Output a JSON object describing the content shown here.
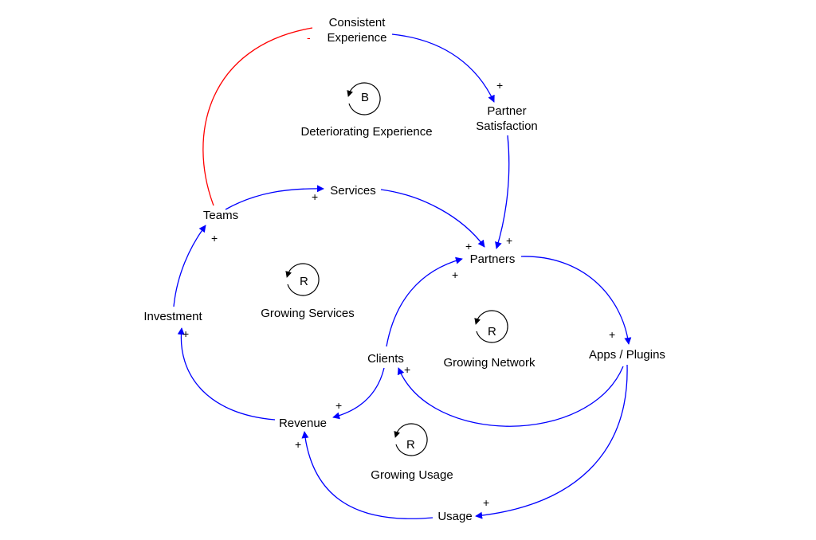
{
  "colors": {
    "positive_link": "#0000ff",
    "negative_link": "#ff0000",
    "text": "#000000"
  },
  "nodes": {
    "consistent_experience": {
      "line1": "Consistent",
      "line2": "Experience"
    },
    "partner_satisfaction": {
      "line1": "Partner",
      "line2": "Satisfaction"
    },
    "services": "Services",
    "teams": "Teams",
    "partners": "Partners",
    "investment": "Investment",
    "clients": "Clients",
    "apps_plugins": "Apps / Plugins",
    "revenue": "Revenue",
    "usage": "Usage"
  },
  "loops": {
    "deteriorating": {
      "letter": "B",
      "name": "Deteriorating Experience"
    },
    "services": {
      "letter": "R",
      "name": "Growing Services"
    },
    "network": {
      "letter": "R",
      "name": "Growing Network"
    },
    "usage": {
      "letter": "R",
      "name": "Growing Usage"
    }
  },
  "links": [
    {
      "from": "Teams",
      "to": "Consistent Experience",
      "polarity": "-"
    },
    {
      "from": "Consistent Experience",
      "to": "Partner Satisfaction",
      "polarity": "+"
    },
    {
      "from": "Partner Satisfaction",
      "to": "Partners",
      "polarity": "+"
    },
    {
      "from": "Teams",
      "to": "Services",
      "polarity": "+"
    },
    {
      "from": "Services",
      "to": "Partners",
      "polarity": "+"
    },
    {
      "from": "Investment",
      "to": "Teams",
      "polarity": "+"
    },
    {
      "from": "Revenue",
      "to": "Investment",
      "polarity": "+"
    },
    {
      "from": "Clients",
      "to": "Revenue",
      "polarity": "+"
    },
    {
      "from": "Clients",
      "to": "Partners",
      "polarity": "+"
    },
    {
      "from": "Partners",
      "to": "Apps / Plugins",
      "polarity": "+"
    },
    {
      "from": "Apps / Plugins",
      "to": "Clients",
      "polarity": "+"
    },
    {
      "from": "Apps / Plugins",
      "to": "Usage",
      "polarity": "+"
    },
    {
      "from": "Usage",
      "to": "Revenue",
      "polarity": "+"
    }
  ]
}
